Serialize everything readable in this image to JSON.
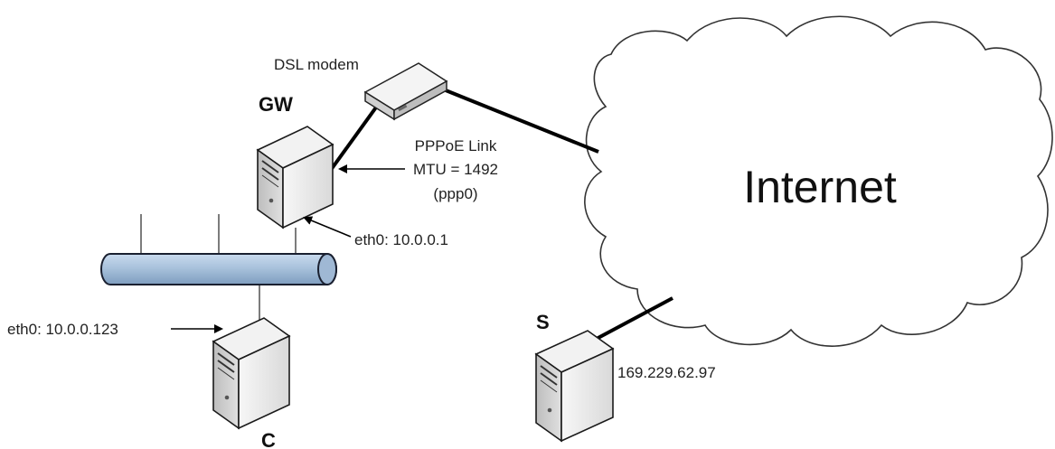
{
  "labels": {
    "dsl_modem": "DSL modem",
    "gw": "GW",
    "pppoe_line1": "PPPoE Link",
    "pppoe_line2": "MTU = 1492",
    "pppoe_line3": "(ppp0)",
    "gw_eth0": "eth0: 10.0.0.1",
    "c_eth0": "eth0: 10.0.0.123",
    "c": "C",
    "s": "S",
    "s_ip": "169.229.62.97",
    "internet": "Internet"
  },
  "colors": {
    "bus_fill": "#a9c2dc",
    "bus_stroke": "#1a2030",
    "line": "#000000",
    "server_body": "#ececec",
    "server_stroke": "#1a1a1a",
    "cloud_stroke": "#333333"
  },
  "icons": {
    "server": "server-tower-icon",
    "modem": "dsl-modem-icon",
    "cloud": "cloud-icon",
    "bus": "ethernet-bus-icon"
  }
}
